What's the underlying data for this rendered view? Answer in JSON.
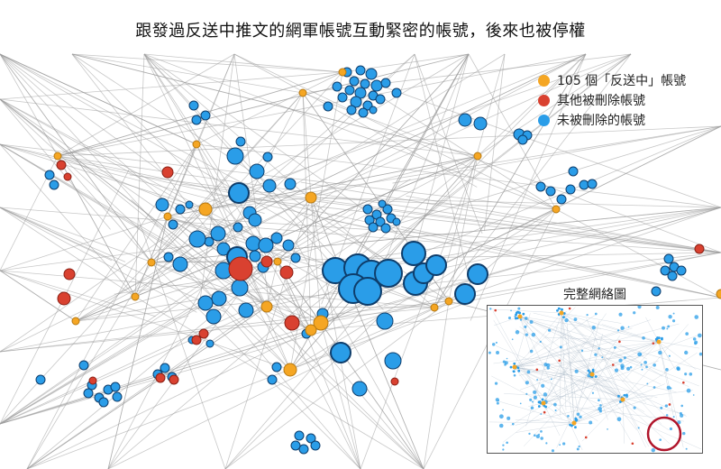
{
  "title": "跟發過反送中推文的網軍帳號互動緊密的帳號，後來也被停權",
  "legend": [
    {
      "label": "105 個「反送中」帳號",
      "color": "#F5A623"
    },
    {
      "label": "其他被刪除帳號",
      "color": "#D94130"
    },
    {
      "label": "未被刪除的帳號",
      "color": "#2A9DE8"
    }
  ],
  "inset": {
    "title": "完整網絡圖",
    "highlight_color": "#B0152B"
  },
  "colors": {
    "orange": "#F5A623",
    "red": "#D94130",
    "blue": "#2A9DE8",
    "blue_stroke": "#0E3D6B",
    "edge": "#9A9A9A"
  }
}
